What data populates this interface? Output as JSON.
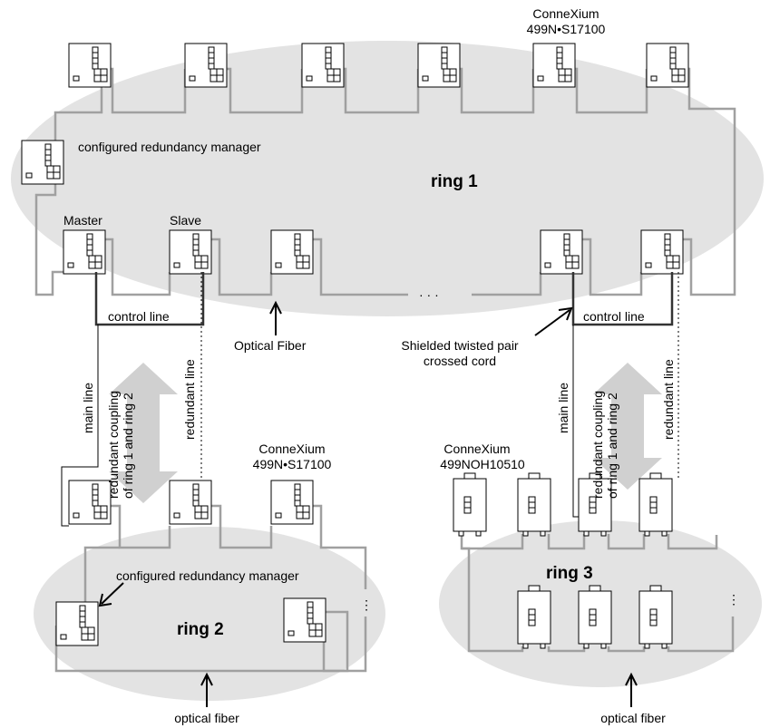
{
  "labels": {
    "connexium_top": "ConneXium",
    "connexium_top_ref": "499N•S17100",
    "configured_manager_ring1": "configured redundancy manager",
    "ring1": "ring 1",
    "master": "Master",
    "slave": "Slave",
    "control_line_left": "control line",
    "control_line_right": "control line",
    "optical_fiber_mid": "Optical Fiber",
    "shielded_line1": "Shielded twisted pair",
    "shielded_line2": "crossed cord",
    "main_line_left": "main line",
    "redundant_coupling_left_1": "redundant coupling",
    "redundant_coupling_left_2": "of ring 1 and ring 2",
    "redundant_line_left": "redundant line",
    "main_line_right": "main line",
    "redundant_coupling_right_1": "redundant coupling",
    "redundant_coupling_right_2": "of ring 1 and ring 2",
    "redundant_line_right": "redundant line",
    "connexium_ring2": "ConneXium",
    "connexium_ring2_ref": "499N•S17100",
    "connexium_ring3": "ConneXium",
    "connexium_ring3_ref": "499NOH10510",
    "configured_manager_ring2": "configured redundancy manager",
    "ring2": "ring 2",
    "ring3": "ring 3",
    "optical_fiber_left": "optical fiber",
    "optical_fiber_right": "optical fiber",
    "break_dots": "· · ·"
  },
  "colors": {
    "ring_fill": "#e3e3e3",
    "cable": "#a0a0a0",
    "control_line": "#333333"
  }
}
